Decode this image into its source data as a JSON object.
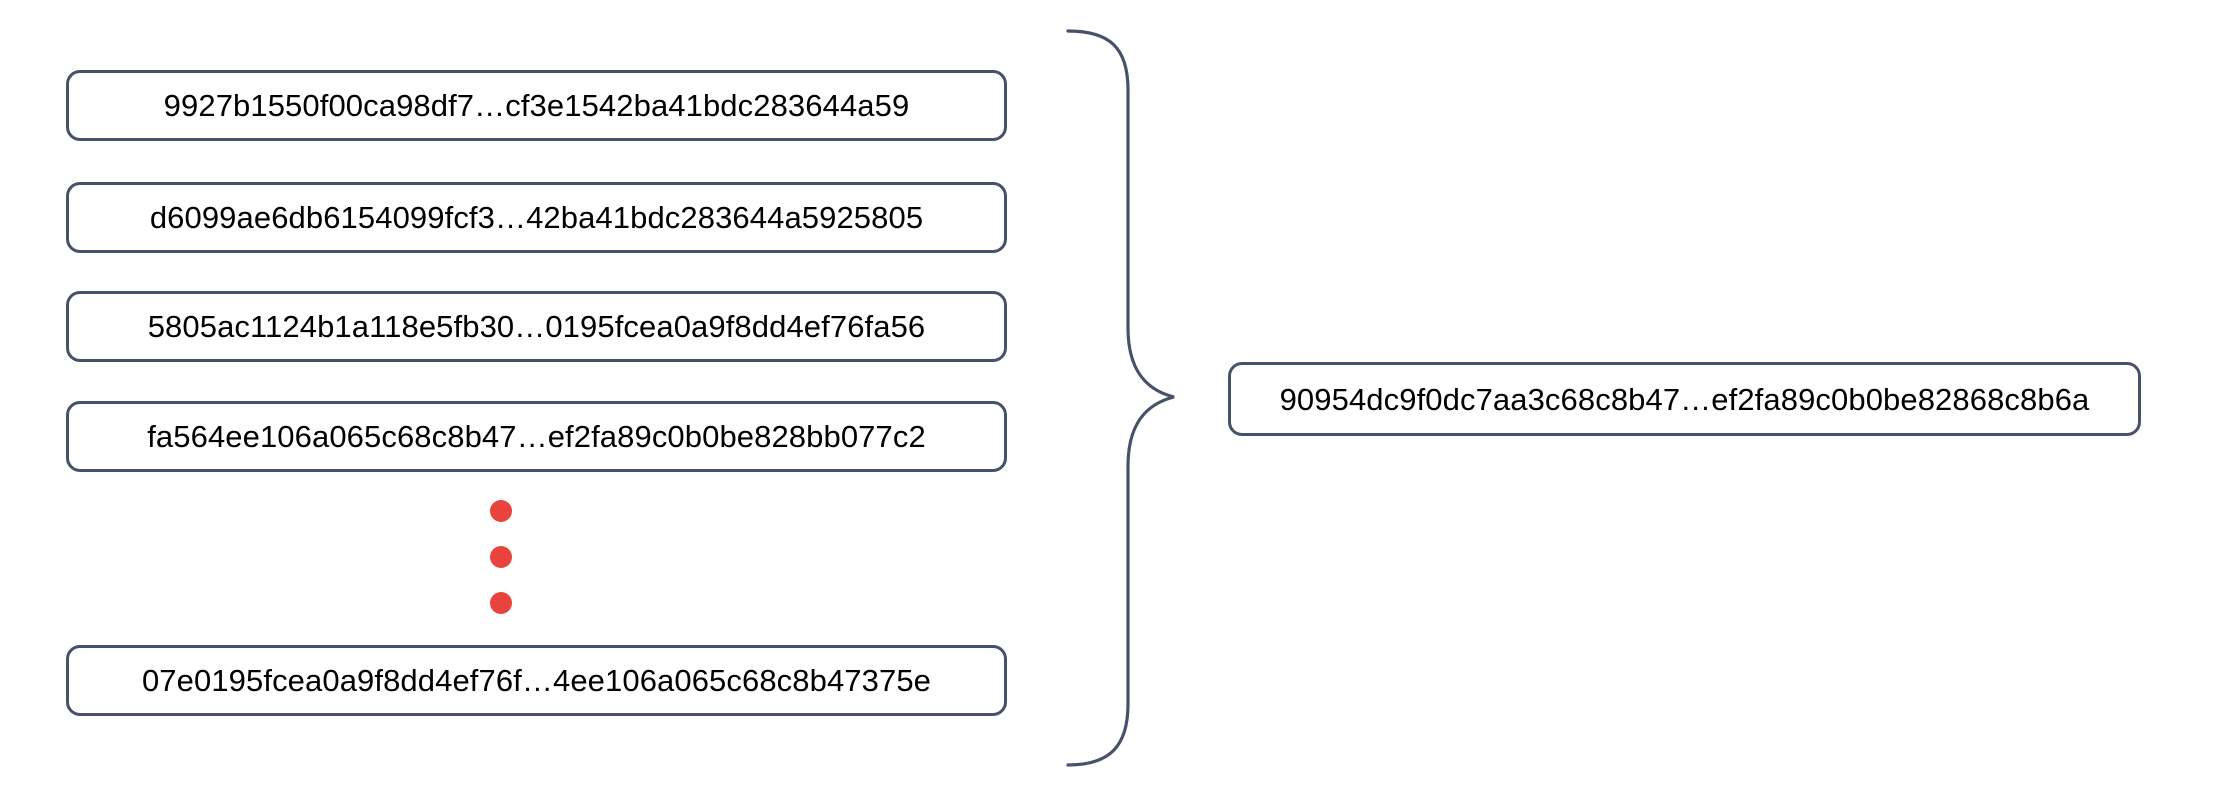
{
  "diagram": {
    "type": "hash-aggregation",
    "colors": {
      "box_border": "#485168",
      "box_fill": "#ffffff",
      "text": "#000000",
      "dot": "#e8433c",
      "brace": "#485168",
      "background": "#ffffff"
    },
    "inputs": {
      "label": "input-hash-list",
      "items": [
        {
          "id": "hash-1",
          "text": "9927b1550f00ca98df7…cf3e1542ba41bdc283644a59"
        },
        {
          "id": "hash-2",
          "text": "d6099ae6db6154099fcf3…42ba41bdc283644a5925805"
        },
        {
          "id": "hash-3",
          "text": "5805ac1124b1a118e5fb30…0195fcea0a9f8dd4ef76fa56"
        },
        {
          "id": "hash-4",
          "text": "fa564ee106a065c68c8b47…ef2fa89c0b0be828bb077c2"
        },
        {
          "id": "hash-5",
          "text": "07e0195fcea0a9f8dd4ef76f…4ee106a065c68c8b47375e"
        }
      ],
      "ellipsis": {
        "style": "vertical-dots",
        "count": 3,
        "color": "#e8433c"
      }
    },
    "connector": {
      "kind": "curly-brace",
      "orientation": "right-pointing",
      "color": "#485168"
    },
    "output": {
      "label": "aggregated-hash",
      "text": "90954dc9f0dc7aa3c68c8b47…ef2fa89c0b0be82868c8b6a"
    }
  }
}
